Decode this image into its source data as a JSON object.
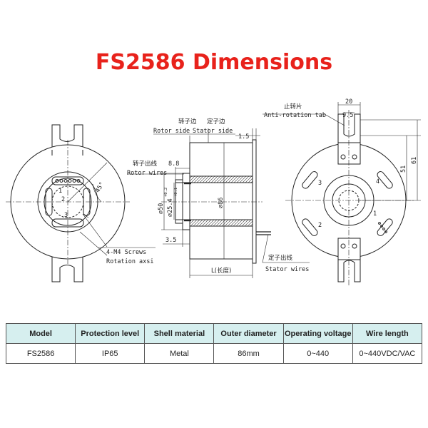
{
  "title": "FS2586 Dimensions",
  "labels": {
    "rotor_side_cn": "转子边",
    "stator_side_cn": "定子边",
    "rotor_side": "Rotor side",
    "stator_side": "Stator side",
    "dim_1_5": "1.5",
    "rotor_wires_cn": "转子出线",
    "rotor_wires": "Rotor wires",
    "dim_8_8": "8.8",
    "dim_50": "⌀50",
    "dim_25_4": "⌀25.4",
    "tol_top": "+0.2",
    "tol_bottom": "+0.1",
    "dim_86": "⌀86",
    "dim_3_5": "3.5",
    "length": "L(长度)",
    "stator_wires_cn": "定子出线",
    "stator_wires": "Stator wires",
    "screws": "4-M4 Screws",
    "rotation_axis": "Rotation axsi",
    "angle": "45°",
    "anti_rotation_cn": "止转片",
    "anti_rotation": "Anti-rotation tab",
    "dim_20": "20",
    "dim_9_5": "9.5",
    "dim_51": "51",
    "dim_61": "61",
    "hole_1": "1",
    "hole_2": "2",
    "hole_3": "3",
    "hole_4": "4"
  },
  "table": {
    "headers": [
      "Model",
      "Protection level",
      "Shell material",
      "Outer diameter",
      "Operating voltage",
      "Wire length"
    ],
    "rows": [
      [
        "FS2586",
        "IP65",
        "Metal",
        "86mm",
        "0~440",
        "0~440VDC/VAC"
      ]
    ]
  }
}
